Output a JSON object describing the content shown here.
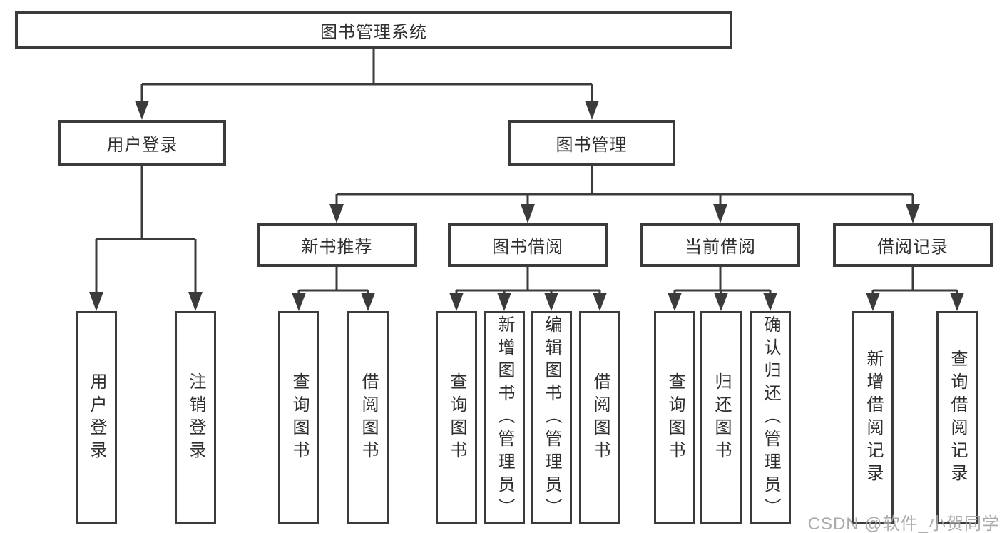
{
  "diagram": {
    "type": "tree",
    "root": {
      "label": "图书管理系统",
      "children": [
        {
          "label": "用户登录",
          "children": [
            {
              "label": "用户登录"
            },
            {
              "label": "注销登录"
            }
          ]
        },
        {
          "label": "图书管理",
          "children": [
            {
              "label": "新书推荐",
              "children": [
                {
                  "label": "查询图书"
                },
                {
                  "label": "借阅图书"
                }
              ]
            },
            {
              "label": "图书借阅",
              "children": [
                {
                  "label": "查询图书"
                },
                {
                  "label": "新增图书（管理员）"
                },
                {
                  "label": "编辑图书（管理员）"
                },
                {
                  "label": "借阅图书"
                }
              ]
            },
            {
              "label": "当前借阅",
              "children": [
                {
                  "label": "查询图书"
                },
                {
                  "label": "归还图书"
                },
                {
                  "label": "确认归还（管理员）"
                }
              ]
            },
            {
              "label": "借阅记录",
              "children": [
                {
                  "label": "新增借阅记录"
                },
                {
                  "label": "查询借阅记录"
                }
              ]
            }
          ]
        }
      ]
    }
  },
  "watermark": {
    "text": "CSDN @软件_小贺同学"
  },
  "colors": {
    "line": "#3b3b3b",
    "text": "#2e2e2e",
    "bg": "#ffffff",
    "watermark": "#a3a3a3"
  }
}
